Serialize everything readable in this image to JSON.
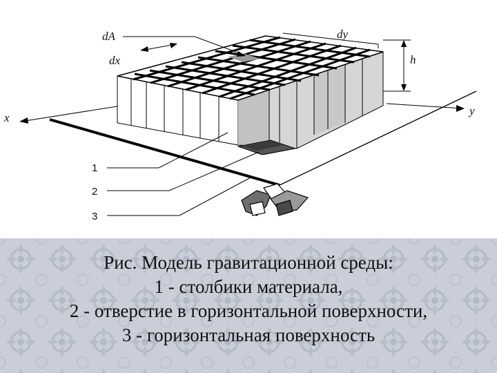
{
  "diagram": {
    "labels": {
      "dA": "dA",
      "dx": "dx",
      "dy": "dy",
      "h": "h",
      "x_axis": "x",
      "y_axis": "y",
      "callout_1": "1",
      "callout_2": "2",
      "callout_3": "3"
    }
  },
  "caption": {
    "line1": "Рис. Модель гравитационной среды:",
    "line2": "1 - столбики материала,",
    "line3": "2 - отверстие в горизонтальной поверхности,",
    "line4": "3 - горизонтальная поверхность"
  },
  "colors": {
    "caption_background": "#c9ced8",
    "column_shade": "#d6d6d6"
  }
}
